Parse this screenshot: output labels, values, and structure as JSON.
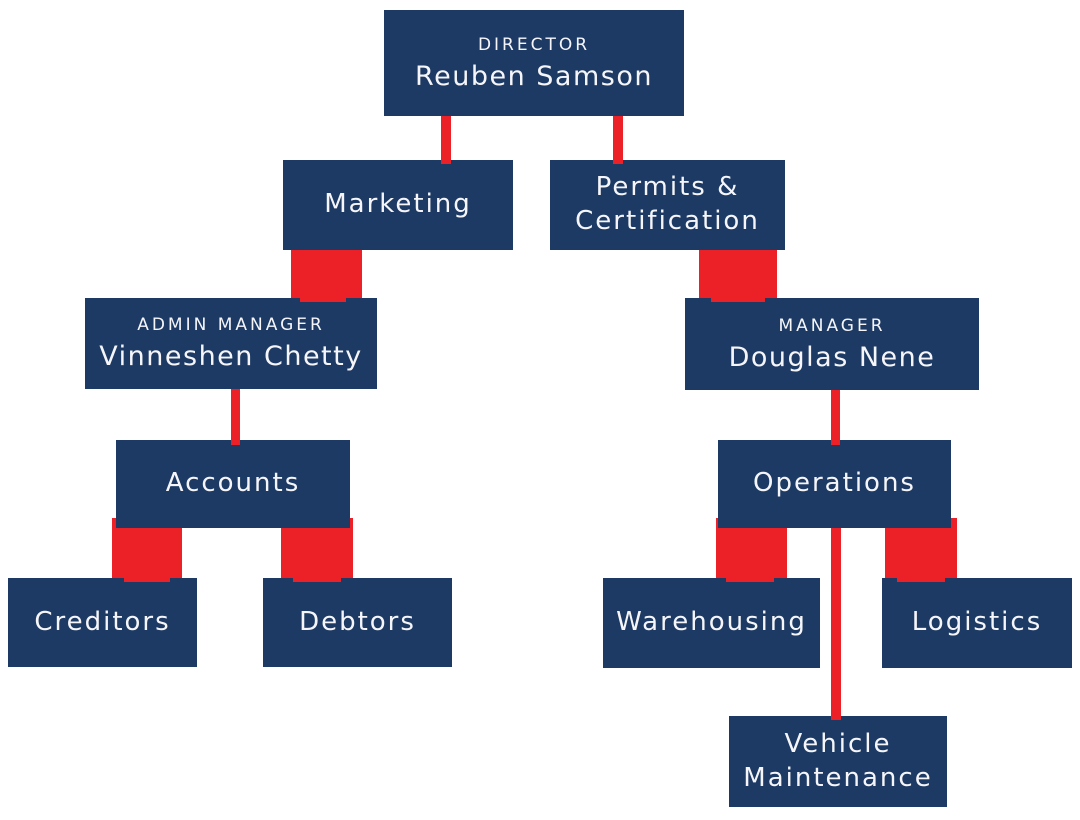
{
  "diagram": {
    "type": "org-chart",
    "nodes": {
      "director": {
        "role": "DIRECTOR",
        "name": "Reuben Samson"
      },
      "marketing": {
        "label": "Marketing"
      },
      "permits": {
        "line1": "Permits &",
        "line2": "Certification"
      },
      "admin_manager": {
        "role": "ADMIN MANAGER",
        "name": "Vinneshen Chetty"
      },
      "manager": {
        "role": "MANAGER",
        "name": "Douglas Nene"
      },
      "accounts": {
        "label": "Accounts"
      },
      "operations": {
        "label": "Operations"
      },
      "creditors": {
        "label": "Creditors"
      },
      "debtors": {
        "label": "Debtors"
      },
      "warehousing": {
        "label": "Warehousing"
      },
      "logistics": {
        "label": "Logistics"
      },
      "vehicle_maintenance": {
        "line1": "Vehicle",
        "line2": "Maintenance"
      }
    },
    "edges": [
      {
        "from": "director",
        "to": "marketing"
      },
      {
        "from": "director",
        "to": "permits"
      },
      {
        "from": "marketing",
        "to": "admin_manager"
      },
      {
        "from": "permits",
        "to": "manager"
      },
      {
        "from": "admin_manager",
        "to": "accounts"
      },
      {
        "from": "manager",
        "to": "operations"
      },
      {
        "from": "accounts",
        "to": "creditors"
      },
      {
        "from": "accounts",
        "to": "debtors"
      },
      {
        "from": "operations",
        "to": "warehousing"
      },
      {
        "from": "operations",
        "to": "logistics"
      },
      {
        "from": "operations",
        "to": "vehicle_maintenance"
      }
    ]
  },
  "colors": {
    "background": "#ffffff",
    "node_fill": "#1c3a64",
    "connector": "#ec2127",
    "node_text": "#f6f6fa"
  }
}
